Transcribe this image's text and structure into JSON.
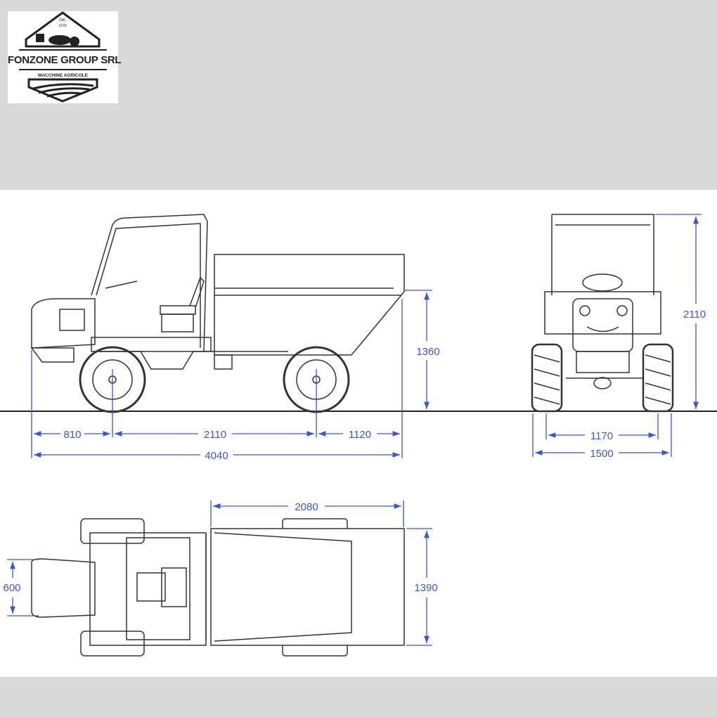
{
  "logo": {
    "brand": "FONZONE GROUP SRL",
    "subtitle": "MACCHINE AGRICOLE",
    "established_label": "DAL",
    "established_year": "1976"
  },
  "dimensions": {
    "side_view": {
      "front_overhang": "810",
      "wheelbase": "2110",
      "rear_overhang": "1120",
      "overall_length": "4040",
      "body_height": "1360"
    },
    "front_view": {
      "overall_height": "2110",
      "track": "1170",
      "overall_width": "1500"
    },
    "top_view": {
      "body_length": "2080",
      "body_width": "1390",
      "hood_width": "600"
    }
  },
  "colors": {
    "dimension": "#3a55d8",
    "background": "#d9d9d9",
    "line": "#333333"
  }
}
